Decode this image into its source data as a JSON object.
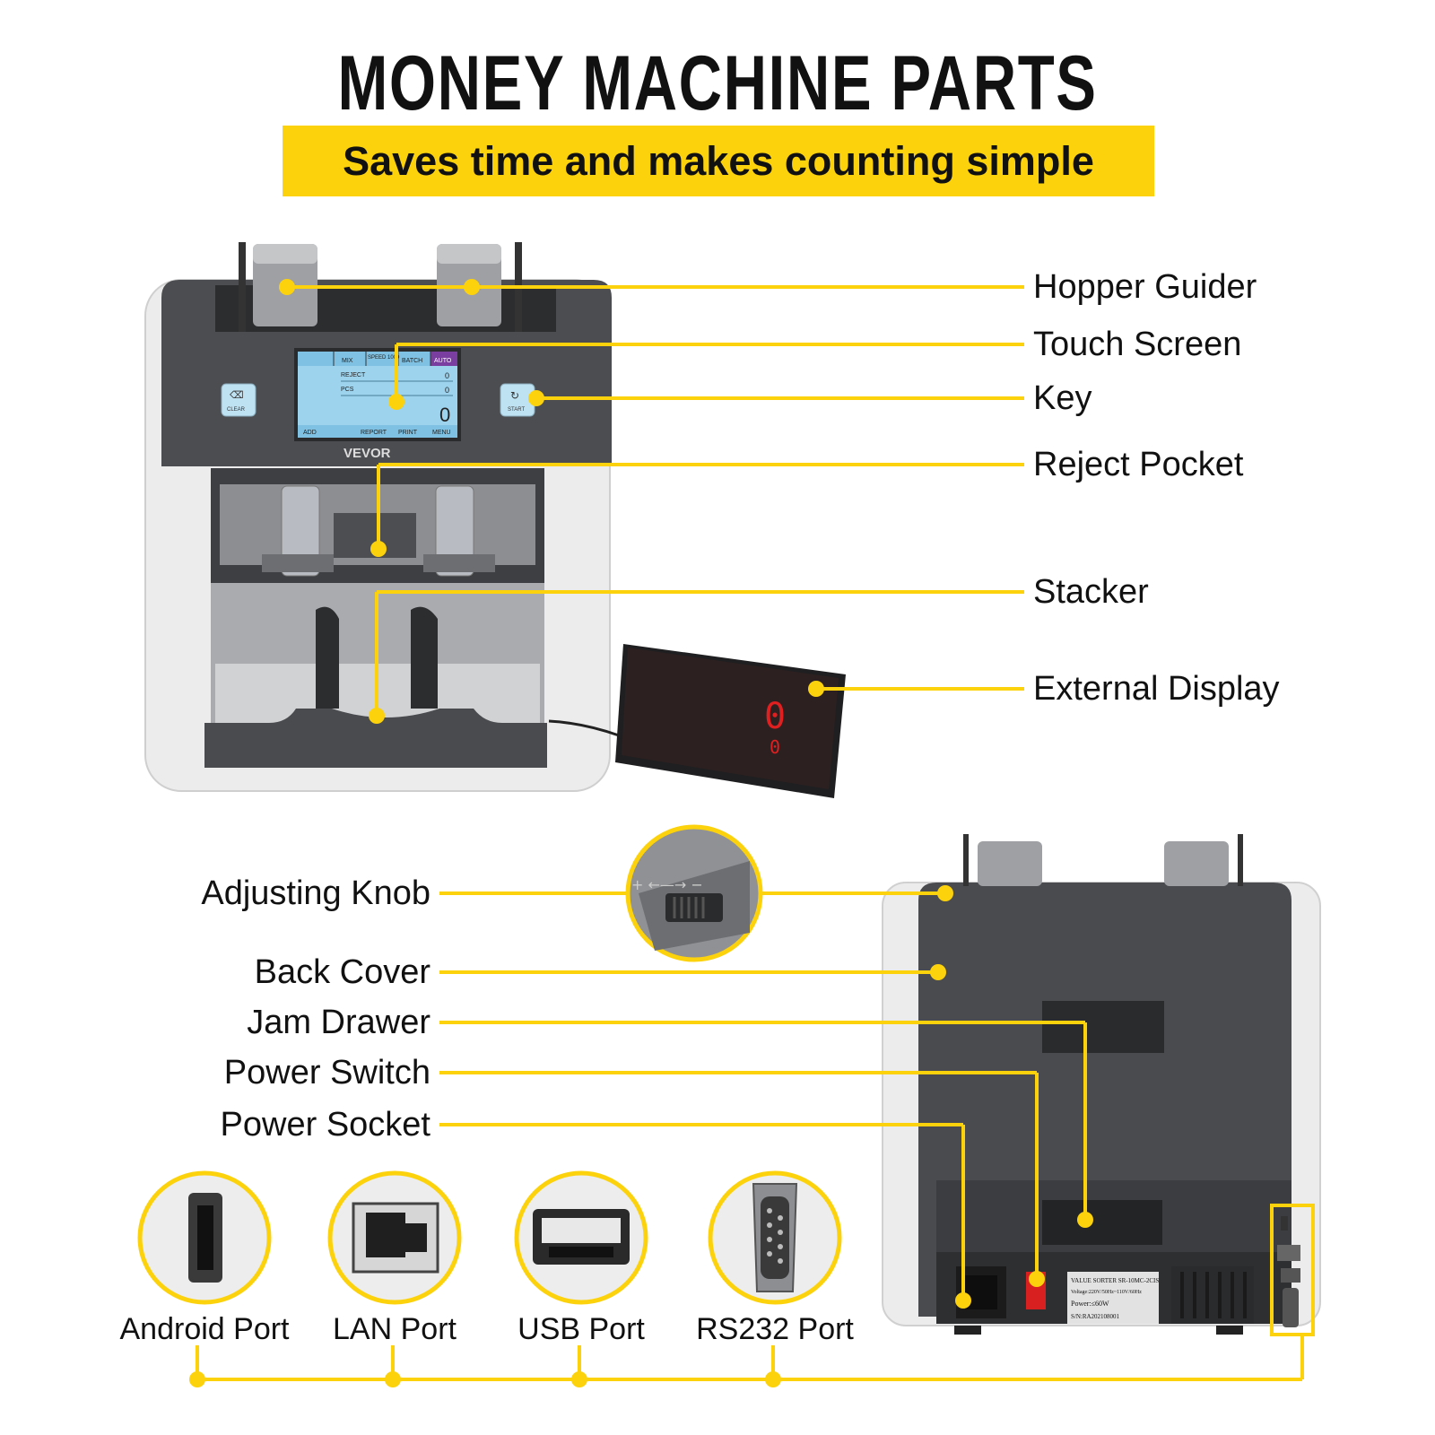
{
  "title": "MONEY MACHINE PARTS",
  "subtitle": "Saves time and makes counting simple",
  "colors": {
    "accent": "#fcd20c",
    "machine_dark": "#4a4b4e",
    "machine_light": "#ececec",
    "screen": "#9ed3ee"
  },
  "front_callouts": [
    "Hopper Guider",
    "Touch Screen",
    "Key",
    "Reject Pocket",
    "Stacker",
    "External Display"
  ],
  "back_callouts": [
    "Adjusting Knob",
    "Back Cover",
    "Jam Drawer",
    "Power Switch",
    "Power Socket"
  ],
  "ports": [
    "Android Port",
    "LAN Port",
    "USB Port",
    "RS232 Port"
  ],
  "machine": {
    "brand": "VEVOR",
    "screen_tabs": [
      "MIX",
      "SPEED 1000",
      "BATCH",
      "AUTO"
    ],
    "screen_rows": [
      {
        "label": "REJECT",
        "value": "0"
      },
      {
        "label": "PCS",
        "value": "0"
      }
    ],
    "screen_total": "0",
    "screen_menu": [
      "ADD",
      "",
      "REPORT",
      "PRINT",
      "MENU"
    ],
    "left_key": "CLEAR",
    "right_key": "START",
    "display_top": "0",
    "display_bottom": "0",
    "rating_label": [
      "VALUE SORTER SR-10MC-2CIS",
      "Voltage:220V/50Hz~110V/60Hz",
      "Power:≤60W",
      "S/N:RA202108001"
    ]
  }
}
